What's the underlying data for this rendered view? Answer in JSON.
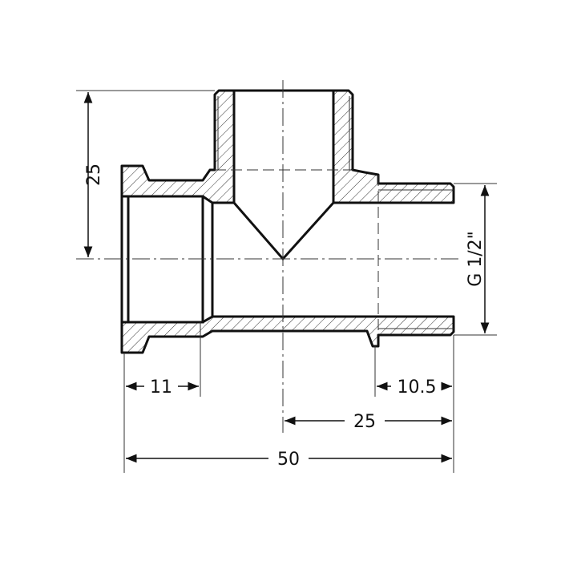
{
  "drawing": {
    "stroke_color": "#111111",
    "dimensions": {
      "branch_height": "25",
      "thread_size": "G 1/2\"",
      "left_socket_depth": "11",
      "right_thread_length": "10.5",
      "half_length": "25",
      "total_length": "50"
    }
  }
}
